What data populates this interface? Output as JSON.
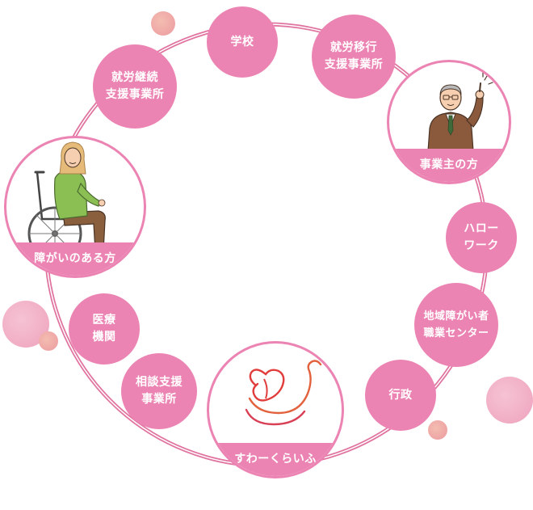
{
  "colors": {
    "ring": "#e0739f",
    "node_fill": "#ec84b3",
    "node_text": "#ffffff",
    "deco_pink": "#f2b4c8",
    "deco_peach": "#f0a996"
  },
  "nodes": {
    "school": "学校",
    "transition_support": "就労移行\n支援事業所",
    "employer": "事業主の方",
    "hello_work": "ハロー\nワーク",
    "regional_center": "地域障がい者\n職業センター",
    "administration": "行政",
    "center": "すわーくらいふ",
    "consultation": "相談支援\n事業所",
    "medical": "医療\n機関",
    "person_disability": "障がいのある方",
    "continuation_support": "就労継続\n支援事業所"
  }
}
